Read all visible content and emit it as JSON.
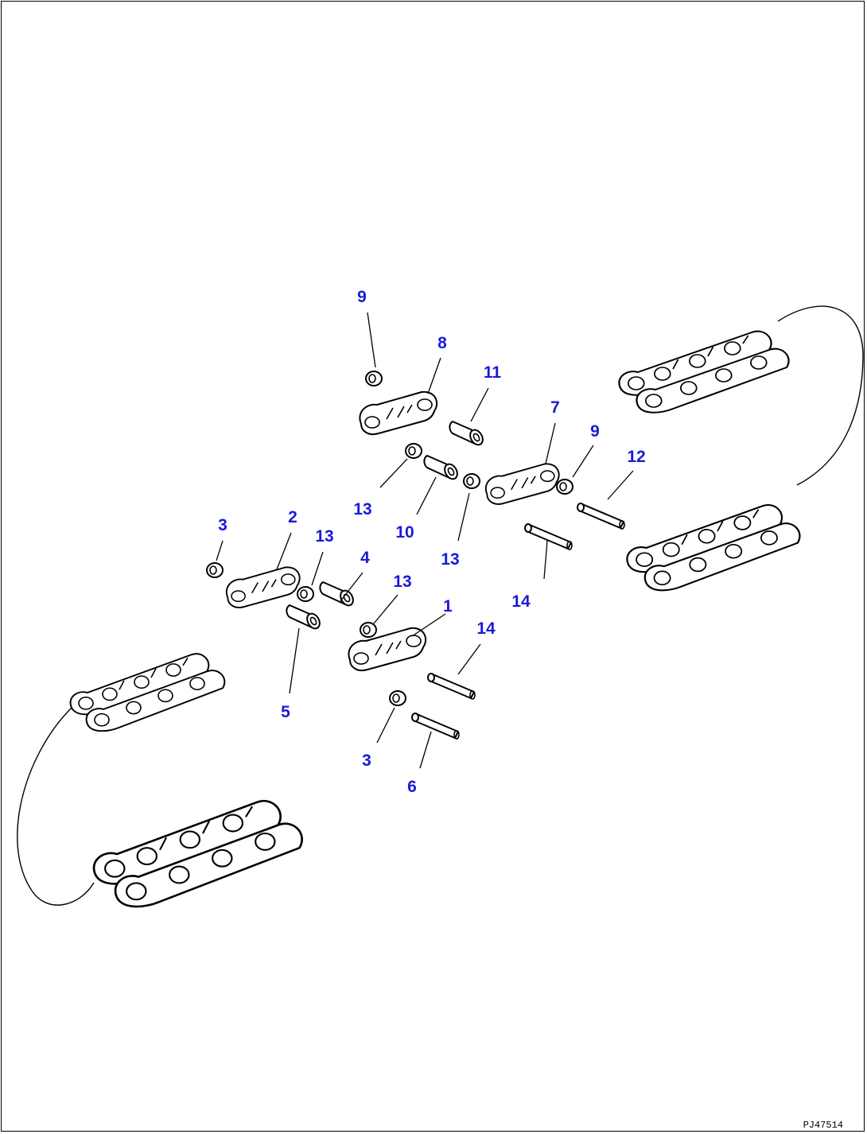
{
  "diagram": {
    "callouts": [
      {
        "id": "c9a",
        "text": "9"
      },
      {
        "id": "c8",
        "text": "8"
      },
      {
        "id": "c11",
        "text": "11"
      },
      {
        "id": "c7",
        "text": "7"
      },
      {
        "id": "c9b",
        "text": "9"
      },
      {
        "id": "c12",
        "text": "12"
      },
      {
        "id": "c13a",
        "text": "13"
      },
      {
        "id": "c10",
        "text": "10"
      },
      {
        "id": "c13b",
        "text": "13"
      },
      {
        "id": "c3a",
        "text": "3"
      },
      {
        "id": "c2",
        "text": "2"
      },
      {
        "id": "c13c",
        "text": "13"
      },
      {
        "id": "c4",
        "text": "4"
      },
      {
        "id": "c14a",
        "text": "14"
      },
      {
        "id": "c13d",
        "text": "13"
      },
      {
        "id": "c1",
        "text": "1"
      },
      {
        "id": "c14b",
        "text": "14"
      },
      {
        "id": "c5",
        "text": "5"
      },
      {
        "id": "c3b",
        "text": "3"
      },
      {
        "id": "c6",
        "text": "6"
      }
    ],
    "drawing_code": "PJ47514"
  }
}
